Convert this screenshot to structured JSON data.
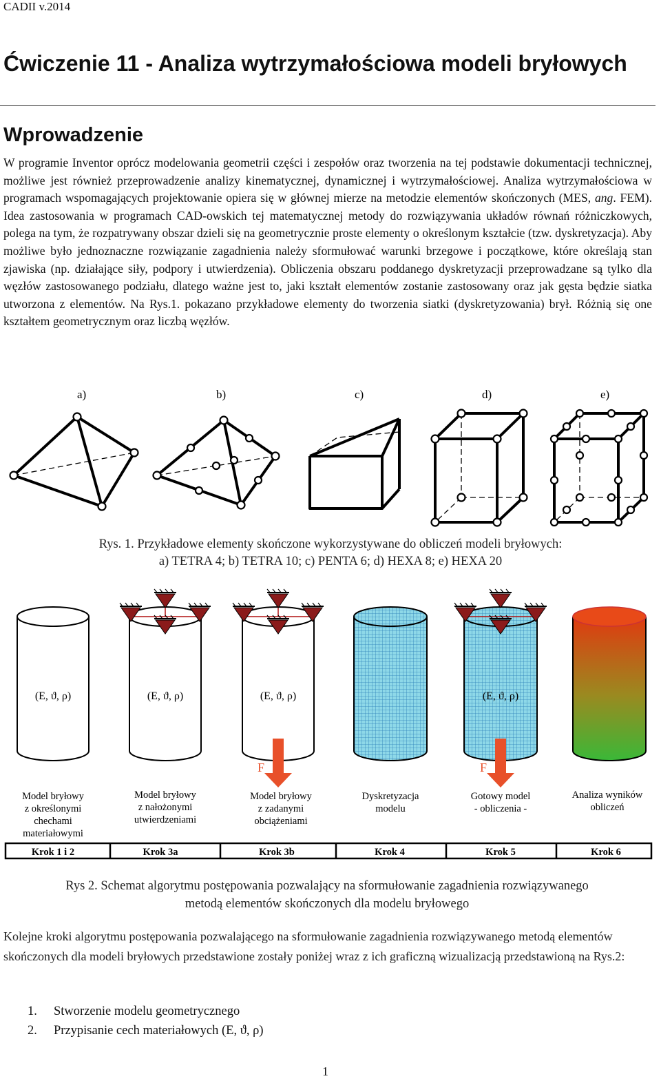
{
  "header": {
    "label": "CADII v.2014"
  },
  "title": "Ćwiczenie 11 - Analiza wytrzymałościowa modeli bryłowych",
  "section": "Wprowadzenie",
  "intro": {
    "part1": "W programie Inventor oprócz modelowania geometrii części i zespołów oraz tworzenia na tej podstawie dokumentacji technicznej, możliwe jest również przeprowadzenie analizy kinematycznej, dynamicznej i wytrzymałościowej. Analiza wytrzymałościowa w programach wspomagających projektowanie opiera się w głównej mierze na metodzie elementów skończonych (MES, ",
    "ang": "ang",
    "part2": ". FEM). Idea zastosowania w programach CAD-owskich tej matematycznej metody do rozwiązywania układów równań różniczkowych, polega na tym, że rozpatrywany obszar dzieli się na geometrycznie proste elementy o określonym kształcie (tzw. dyskretyzacja). Aby możliwe było jednoznaczne rozwiązanie zagadnienia należy sformułować warunki brzegowe i początkowe, które określają stan zjawiska (np. działające siły, podpory i utwierdzenia). Obliczenia obszaru poddanego dyskretyzacji przeprowadzane są tylko dla węzłów zastosowanego podziału, dlatego ważne jest to, jaki kształt elementów zostanie zastosowany oraz jak gęsta będzie siatka utworzona z elementów. Na Rys.1. pokazano przykładowe elementy do tworzenia siatki (dyskretyzowania) brył. Różnią się one kształtem geometrycznym oraz liczbą węzłów."
  },
  "figure1": {
    "labels": [
      "a)",
      "b)",
      "c)",
      "d)",
      "e)"
    ],
    "caption_line1": "Rys. 1. Przykładowe elementy skończone wykorzystywane do obliczeń modeli bryłowych:",
    "caption_line2": "a) TETRA 4; b) TETRA 10; c) PENTA 6; d) HEXA 8; e) HEXA 20"
  },
  "figure2": {
    "material_label": "(E, ϑ, ρ)",
    "force_label": "F",
    "steps": [
      {
        "desc": [
          "Model bryłowy",
          "z określonymi",
          "chechami",
          "materiałowymi"
        ],
        "krok": "Krok 1 i 2"
      },
      {
        "desc": [
          "Model bryłowy",
          "z nałożonymi",
          "utwierdzeniami"
        ],
        "krok": "Krok 3a"
      },
      {
        "desc": [
          "Model bryłowy",
          "z zadanymi",
          "obciążeniami"
        ],
        "krok": "Krok 3b"
      },
      {
        "desc": [
          "Dyskretyzacja",
          "modelu"
        ],
        "krok": "Krok 4"
      },
      {
        "desc": [
          "Gotowy model",
          "- obliczenia -"
        ],
        "krok": "Krok 5"
      },
      {
        "desc": [
          "Analiza wyników",
          "obliczeń"
        ],
        "krok": "Krok 6"
      }
    ],
    "caption_line1": "Rys 2. Schemat algorytmu postępowania pozwalający na sformułowanie zagadnienia rozwiązywanego",
    "caption_line2": "metodą elementów skończonych dla modelu bryłowego",
    "colors": {
      "support": "#8b1a1a",
      "force": "#e8502a",
      "mesh": "#8ed8e8",
      "result_top": "#e03a10",
      "result_bottom": "#3ab838"
    }
  },
  "para2": "Kolejne kroki algorytmu postępowania pozwalającego na sformułowanie zagadnienia rozwiązywanego metodą elementów skończonych dla modeli bryłowych przedstawione zostały poniżej wraz z ich graficzną wizualizacją przedstawioną na Rys.2:",
  "steps_list": [
    {
      "num": "1.",
      "text": "Stworzenie modelu geometrycznego"
    },
    {
      "num": "2.",
      "text": "Przypisanie cech materiałowych (E, ϑ, ρ)"
    }
  ],
  "page_number": "1"
}
